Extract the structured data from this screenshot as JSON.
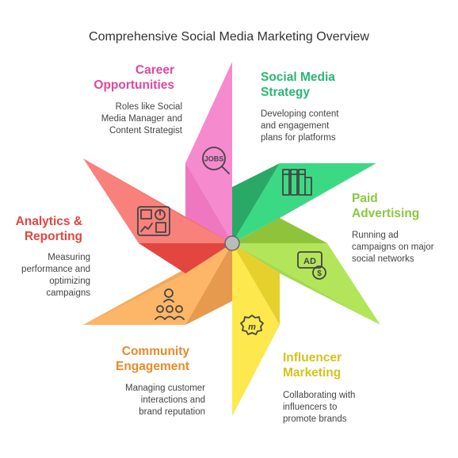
{
  "title": "Comprehensive Social Media Marketing Overview",
  "sections": [
    {
      "heading_lines": [
        "Career",
        "Opportunities"
      ],
      "desc_lines": [
        "Roles like Social",
        "Media Manager and",
        "Content Strategist"
      ],
      "color": "#e0479e",
      "fill": "#f587c8",
      "icon": "jobs-magnifier-icon",
      "icon_text": "JOBS"
    },
    {
      "heading_lines": [
        "Social Media",
        "Strategy"
      ],
      "desc_lines": [
        "Developing content",
        "and engagement",
        "plans for platforms"
      ],
      "color": "#2bb673",
      "fill": "#3ee08f",
      "icon": "columns-chart-icon"
    },
    {
      "heading_lines": [
        "Paid",
        "Advertising"
      ],
      "desc_lines": [
        "Running ad",
        "campaigns on major",
        "social networks"
      ],
      "color": "#8dc63f",
      "fill": "#b5e85a",
      "icon": "ad-dollar-icon",
      "icon_text": "AD"
    },
    {
      "heading_lines": [
        "Influencer",
        "Marketing"
      ],
      "desc_lines": [
        "Collaborating with",
        "influencers to",
        "promote brands"
      ],
      "color": "#d4c21c",
      "fill": "#fde84d",
      "icon": "influencer-badge-icon",
      "icon_text": "m"
    },
    {
      "heading_lines": [
        "Community",
        "Engagement"
      ],
      "desc_lines": [
        "Managing customer",
        "interactions and",
        "brand reputation"
      ],
      "color": "#e88a28",
      "fill": "#fdb568",
      "icon": "community-people-icon"
    },
    {
      "heading_lines": [
        "Analytics &",
        "Reporting"
      ],
      "desc_lines": [
        "Measuring",
        "performance and",
        "optimizing",
        "campaigns"
      ],
      "color": "#e2463f",
      "fill": "#f8817c",
      "icon": "dashboard-icon"
    }
  ]
}
